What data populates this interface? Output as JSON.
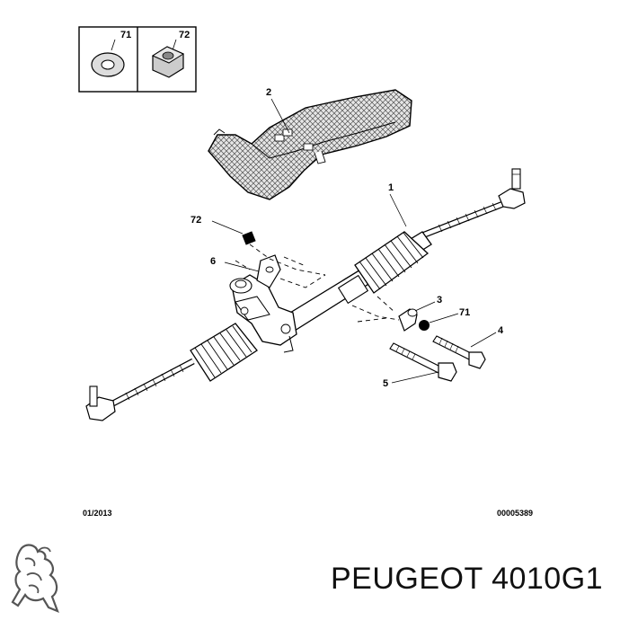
{
  "diagram": {
    "legend_box": {
      "left_label": "71",
      "right_label": "72"
    },
    "callouts": {
      "rack": "1",
      "heat_shield": "2",
      "sleeve": "3",
      "bolt_short": "4",
      "bolt_long": "5",
      "bracket": "6",
      "washer": "71",
      "nut": "72"
    }
  },
  "footer": {
    "date_code": "01/2013",
    "drawing_number": "00005389"
  },
  "caption": {
    "brand_part": "PEUGEOT 4010G1"
  },
  "icons": {
    "logo": "peugeot-lion-logo"
  }
}
